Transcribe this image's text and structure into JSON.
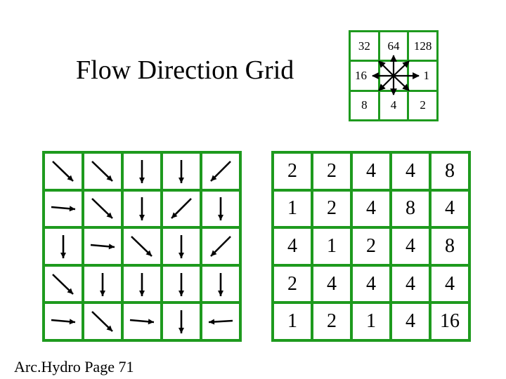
{
  "title": "Flow Direction Grid",
  "footer": "Arc.Hydro Page 71",
  "key": {
    "rows": [
      [
        "32",
        "64",
        "128"
      ],
      [
        "16",
        "",
        "1"
      ],
      [
        "8",
        "4",
        "2"
      ]
    ]
  },
  "arrow_grid": {
    "rows": [
      [
        "arrow-southeast-icon",
        "arrow-southeast-icon",
        "arrow-south-icon",
        "arrow-south-icon",
        "arrow-southwest-icon"
      ],
      [
        "arrow-east-icon",
        "arrow-southeast-icon",
        "arrow-south-icon",
        "arrow-southwest-icon",
        "arrow-south-icon"
      ],
      [
        "arrow-south-icon",
        "arrow-east-icon",
        "arrow-southeast-icon",
        "arrow-south-icon",
        "arrow-southwest-icon"
      ],
      [
        "arrow-southeast-icon",
        "arrow-south-icon",
        "arrow-south-icon",
        "arrow-south-icon",
        "arrow-south-icon"
      ],
      [
        "arrow-east-icon",
        "arrow-southeast-icon",
        "arrow-east-icon",
        "arrow-south-icon",
        "arrow-west-icon"
      ]
    ]
  },
  "value_grid": {
    "rows": [
      [
        "2",
        "2",
        "4",
        "4",
        "8"
      ],
      [
        "1",
        "2",
        "4",
        "8",
        "4"
      ],
      [
        "4",
        "1",
        "2",
        "4",
        "8"
      ],
      [
        "2",
        "4",
        "4",
        "4",
        "4"
      ],
      [
        "1",
        "2",
        "1",
        "4",
        "16"
      ]
    ]
  }
}
